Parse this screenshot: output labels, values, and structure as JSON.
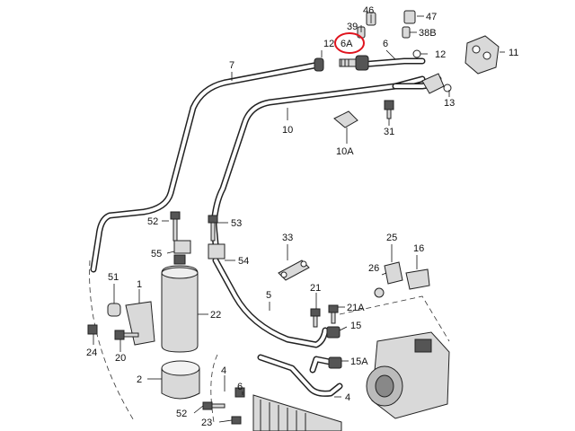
{
  "callouts": [
    {
      "id": "46",
      "text": "46"
    },
    {
      "id": "47",
      "text": "47"
    },
    {
      "id": "39",
      "text": "39"
    },
    {
      "id": "38B",
      "text": "38B"
    },
    {
      "id": "12a",
      "text": "12"
    },
    {
      "id": "6A",
      "text": "6A"
    },
    {
      "id": "6",
      "text": "6"
    },
    {
      "id": "12b",
      "text": "12"
    },
    {
      "id": "11",
      "text": "11"
    },
    {
      "id": "7",
      "text": "7"
    },
    {
      "id": "13",
      "text": "13"
    },
    {
      "id": "10",
      "text": "10"
    },
    {
      "id": "31",
      "text": "31"
    },
    {
      "id": "10A",
      "text": "10A"
    },
    {
      "id": "52a",
      "text": "52"
    },
    {
      "id": "53",
      "text": "53"
    },
    {
      "id": "55",
      "text": "55"
    },
    {
      "id": "54",
      "text": "54"
    },
    {
      "id": "33",
      "text": "33"
    },
    {
      "id": "25",
      "text": "25"
    },
    {
      "id": "16",
      "text": "16"
    },
    {
      "id": "26",
      "text": "26"
    },
    {
      "id": "51",
      "text": "51"
    },
    {
      "id": "1",
      "text": "1"
    },
    {
      "id": "22",
      "text": "22"
    },
    {
      "id": "5",
      "text": "5"
    },
    {
      "id": "21",
      "text": "21"
    },
    {
      "id": "21A",
      "text": "21A"
    },
    {
      "id": "15a",
      "text": "15"
    },
    {
      "id": "24",
      "text": "24"
    },
    {
      "id": "20",
      "text": "20"
    },
    {
      "id": "15A",
      "text": "15A"
    },
    {
      "id": "2",
      "text": "2"
    },
    {
      "id": "4a",
      "text": "4"
    },
    {
      "id": "6b",
      "text": "6"
    },
    {
      "id": "4b",
      "text": "4"
    },
    {
      "id": "52b",
      "text": "52"
    },
    {
      "id": "23",
      "text": "23"
    }
  ],
  "highlight": {
    "target": "6A",
    "color": "#e0141e"
  },
  "colors": {
    "line": "#222222",
    "part_fill": "#d9d9d9",
    "background": "#ffffff"
  }
}
